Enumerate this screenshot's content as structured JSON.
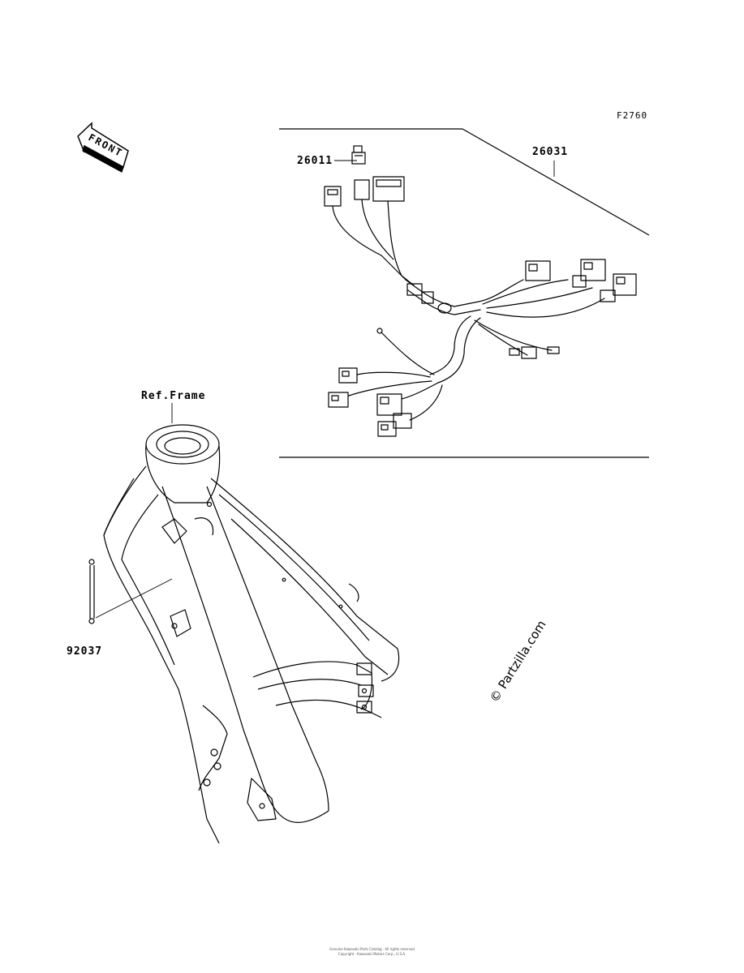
{
  "figure_code": "F2760",
  "front_label": "FRONT",
  "parts": [
    {
      "number": "26011"
    },
    {
      "number": "26031"
    },
    {
      "number": "92037"
    }
  ],
  "ref_frame_label": "Ref.Frame",
  "watermark": "© Partzilla.com",
  "footer": {
    "line1": "Genuine Kawasaki Parts Catalog · All rights reserved",
    "line2": "Copyright · Kawasaki Motors Corp., U.S.A."
  },
  "colors": {
    "line": "#000000",
    "background": "#ffffff"
  }
}
